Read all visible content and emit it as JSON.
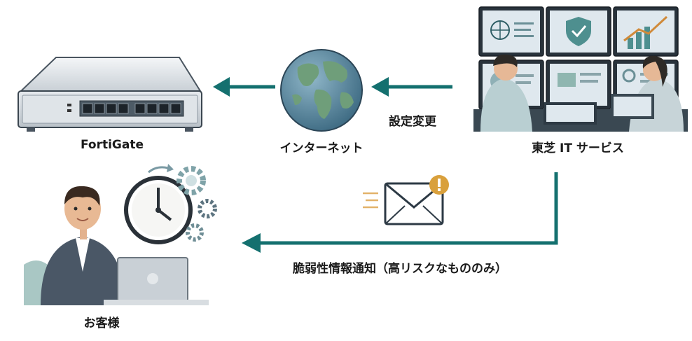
{
  "nodes": {
    "fortigate": {
      "label": "FortiGate"
    },
    "internet": {
      "label": "インターネット"
    },
    "toshiba": {
      "label": "東芝 IT サービス"
    },
    "customer": {
      "label": "お客様"
    }
  },
  "edges": {
    "config_change": {
      "label": "設定変更"
    },
    "vuln_notice": {
      "label": "脆弱性情報通知（高リスクなもののみ）"
    }
  },
  "colors": {
    "arrow": "#14706f",
    "teal_dark": "#2f5f66",
    "monitor": "#26323c"
  },
  "icons": {
    "fortigate": "network-appliance-icon",
    "internet": "globe-icon",
    "toshiba": "it-operators-icon",
    "customer": "businessman-laptop-icon",
    "mail": "mail-alert-icon",
    "clock": "clock-gears-icon"
  }
}
